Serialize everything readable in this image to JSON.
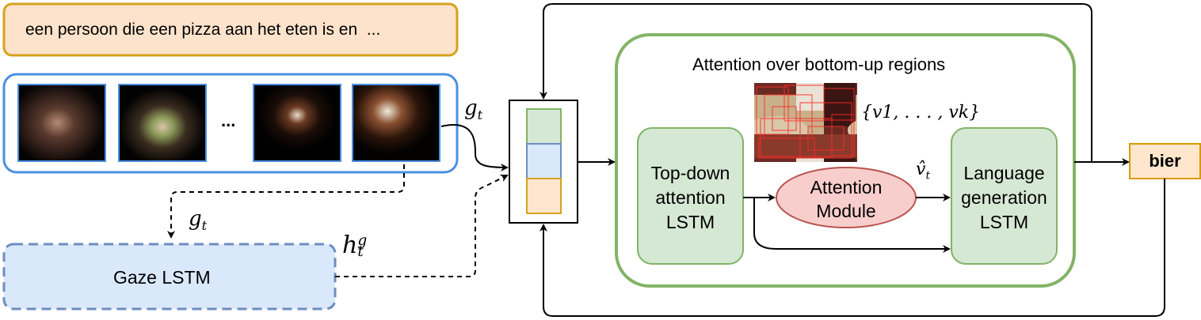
{
  "caption_text": "een persoon die een pizza aan het eten is en  ...",
  "frames_ellipsis": "...",
  "gaze_label": "Gaze LSTM",
  "attention_title": "Attention over bottom-up regions",
  "topdown_label": [
    "Top-down",
    "attention",
    "LSTM"
  ],
  "attention_module_label": [
    "Attention",
    "Module"
  ],
  "language_label": [
    "Language",
    "generation",
    "LSTM"
  ],
  "output_word": "bier",
  "math": {
    "g_t_top": {
      "base": "g",
      "sub": "t"
    },
    "g_t_mid": {
      "base": "g",
      "sub": "t"
    },
    "h_t_g": {
      "base": "h",
      "sub": "t",
      "sup": "g"
    },
    "v_hat_t": {
      "base": "v̂",
      "sub": "t"
    },
    "regions_set": "{v1, . . . , vk}"
  },
  "colors": {
    "caption_fill": "#fde3cb",
    "caption_stroke": "#d6a21e",
    "frames_stroke": "#4a90e2",
    "gaze_fill": "#dae8fc",
    "gaze_stroke": "#6c8ebf",
    "outer_stroke": "#82b366",
    "lstm_fill": "#d5e8d4",
    "attn_fill": "#f8cecc",
    "attn_stroke": "#b85450",
    "word_fill": "#ffe6cc",
    "word_stroke": "#d79b00"
  }
}
